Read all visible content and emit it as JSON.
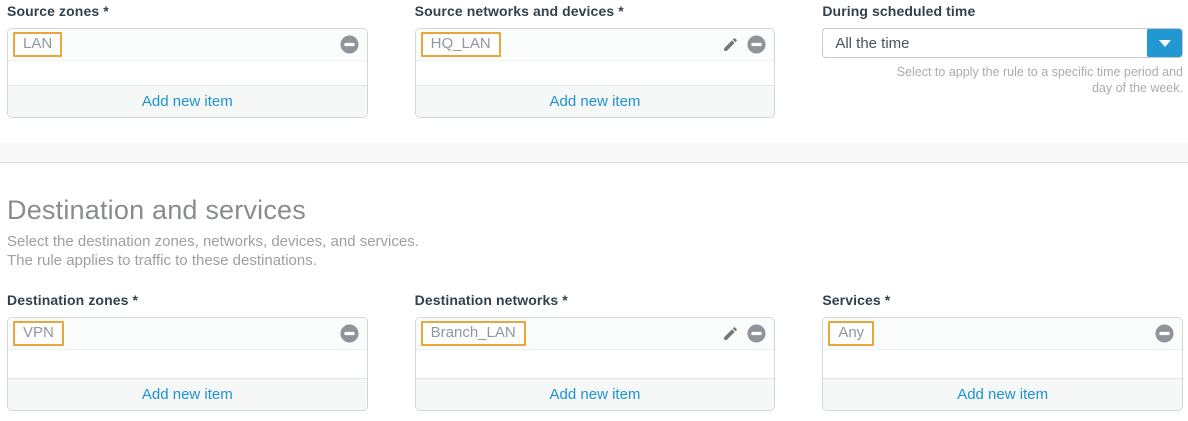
{
  "colors": {
    "accent_blue": "#1c93d2",
    "select_button_blue": "#2197d3",
    "highlight_orange": "#e9a63b",
    "icon_gray": "#8e959a",
    "label_dark": "#32424d"
  },
  "panels": {
    "source_zones": {
      "label": "Source zones *",
      "item": "LAN",
      "add_button": "Add new item"
    },
    "source_networks": {
      "label": "Source networks and devices *",
      "item": "HQ_LAN",
      "add_button": "Add new item"
    },
    "destination_zones": {
      "label": "Destination zones *",
      "item": "VPN",
      "add_button": "Add new item"
    },
    "destination_networks": {
      "label": "Destination networks *",
      "item": "Branch_LAN",
      "add_button": "Add new item"
    },
    "services": {
      "label": "Services *",
      "item": "Any",
      "add_button": "Add new item"
    }
  },
  "schedule": {
    "label": "During scheduled time",
    "selected_value": "All the time",
    "help_text_line1": "Select to apply the rule to a specific time period and",
    "help_text_line2": "day of the week."
  },
  "destination_section": {
    "title": "Destination and services",
    "description_line1": "Select the destination zones, networks, devices, and services.",
    "description_line2": "The rule applies to traffic to these destinations."
  }
}
